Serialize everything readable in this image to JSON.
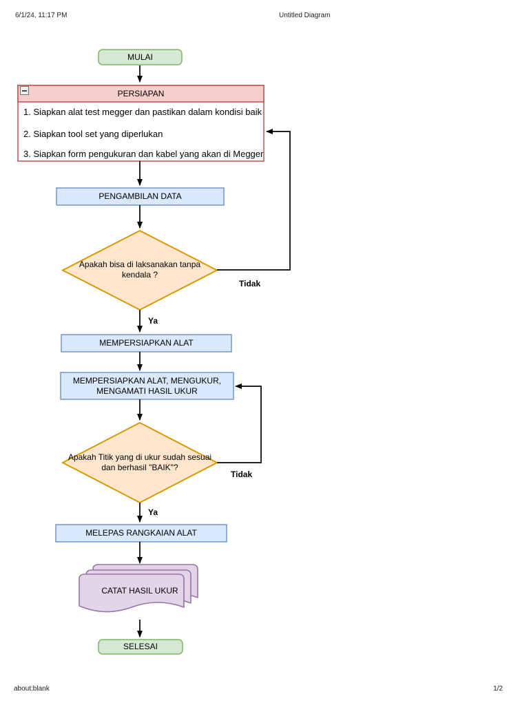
{
  "page": {
    "timestamp": "6/1/24, 11:17 PM",
    "title": "Untitled Diagram",
    "footer_left": "about:blank",
    "footer_right": "1/2"
  },
  "flowchart": {
    "start": {
      "label": "MULAI"
    },
    "persiapan": {
      "title": "PERSIAPAN",
      "items": [
        "1. Siapkan alat test megger dan pastikan dalam kondisi baik",
        "2. Siapkan tool set yang diperlukan",
        "3. Siapkan form pengukuran dan kabel yang akan di Megger"
      ]
    },
    "pengambilan_data": {
      "label": "PENGAMBILAN DATA"
    },
    "decision_kendala": {
      "label": "Apakah bisa di laksanakan tanpa kendala ?",
      "yes_label": "Ya",
      "no_label": "Tidak"
    },
    "mempersiapkan_alat": {
      "label": "MEMPERSIAPKAN ALAT"
    },
    "mengukur": {
      "label": "MEMPERSIAPKAN ALAT, MENGUKUR, MENGAMATI HASIL UKUR"
    },
    "decision_baik": {
      "label": "Apakah Titik yang di ukur sudah sesuai dan berhasil \"BAIK\"?",
      "yes_label": "Ya",
      "no_label": "Tidak"
    },
    "melepas": {
      "label": "MELEPAS RANGKAIAN ALAT"
    },
    "catat": {
      "label": "CATAT HASIL UKUR"
    },
    "end": {
      "label": "SELESAI"
    }
  },
  "colors": {
    "terminator_fill": "#d5e8d4",
    "terminator_stroke": "#82b366",
    "process_fill": "#dae8fc",
    "process_stroke": "#6c8ebf",
    "container_header_fill": "#f8cecc",
    "container_body_fill": "#ffffff",
    "container_stroke": "#b85450",
    "decision_fill": "#ffe6cc",
    "decision_stroke": "#d79b00",
    "document_fill": "#e1d5e7",
    "document_stroke": "#9673a6",
    "connector": "#000000"
  }
}
